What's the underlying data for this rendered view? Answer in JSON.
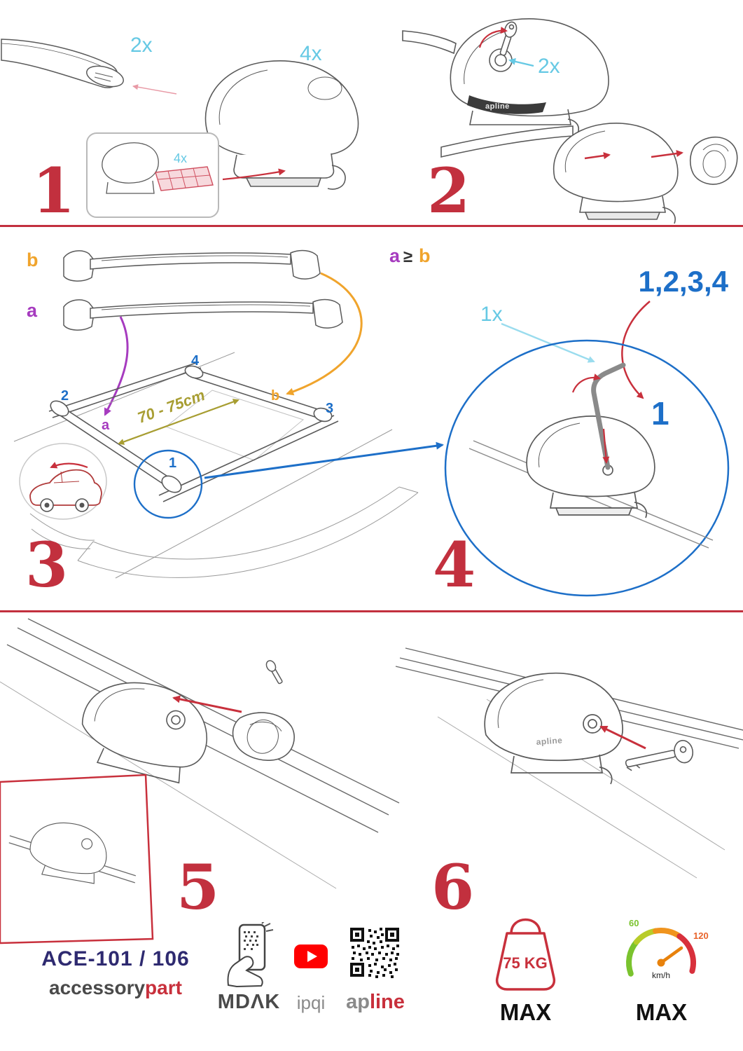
{
  "steps": {
    "s1": {
      "num": "1",
      "bar_qty": "2x",
      "foot_qty": "4x",
      "pad_qty": "4x"
    },
    "s2": {
      "num": "2",
      "key_qty": "2x"
    },
    "s3": {
      "num": "3",
      "bar_a": "a",
      "bar_b": "b",
      "ge": "≥",
      "dist": "70 - 75cm",
      "pos1": "1",
      "pos2": "2",
      "pos3": "3",
      "pos4": "4"
    },
    "s4": {
      "num": "4",
      "allen_qty": "1x",
      "sequence": "1,2,3,4",
      "first": "1"
    },
    "s5": {
      "num": "5"
    },
    "s6": {
      "num": "6"
    }
  },
  "branding": {
    "model": "ACE-101 / 106",
    "accessory": "accessory",
    "part": "part",
    "mdak": "MDΛK",
    "ipqi": "ipqi",
    "ap": "ap",
    "line": "line",
    "aplogo": "apline"
  },
  "limits": {
    "weight": "75 KG",
    "weight_max": "MAX",
    "speed_max": "MAX",
    "speed_unit": "km/h",
    "speed_low": "60",
    "speed_high": "120"
  }
}
